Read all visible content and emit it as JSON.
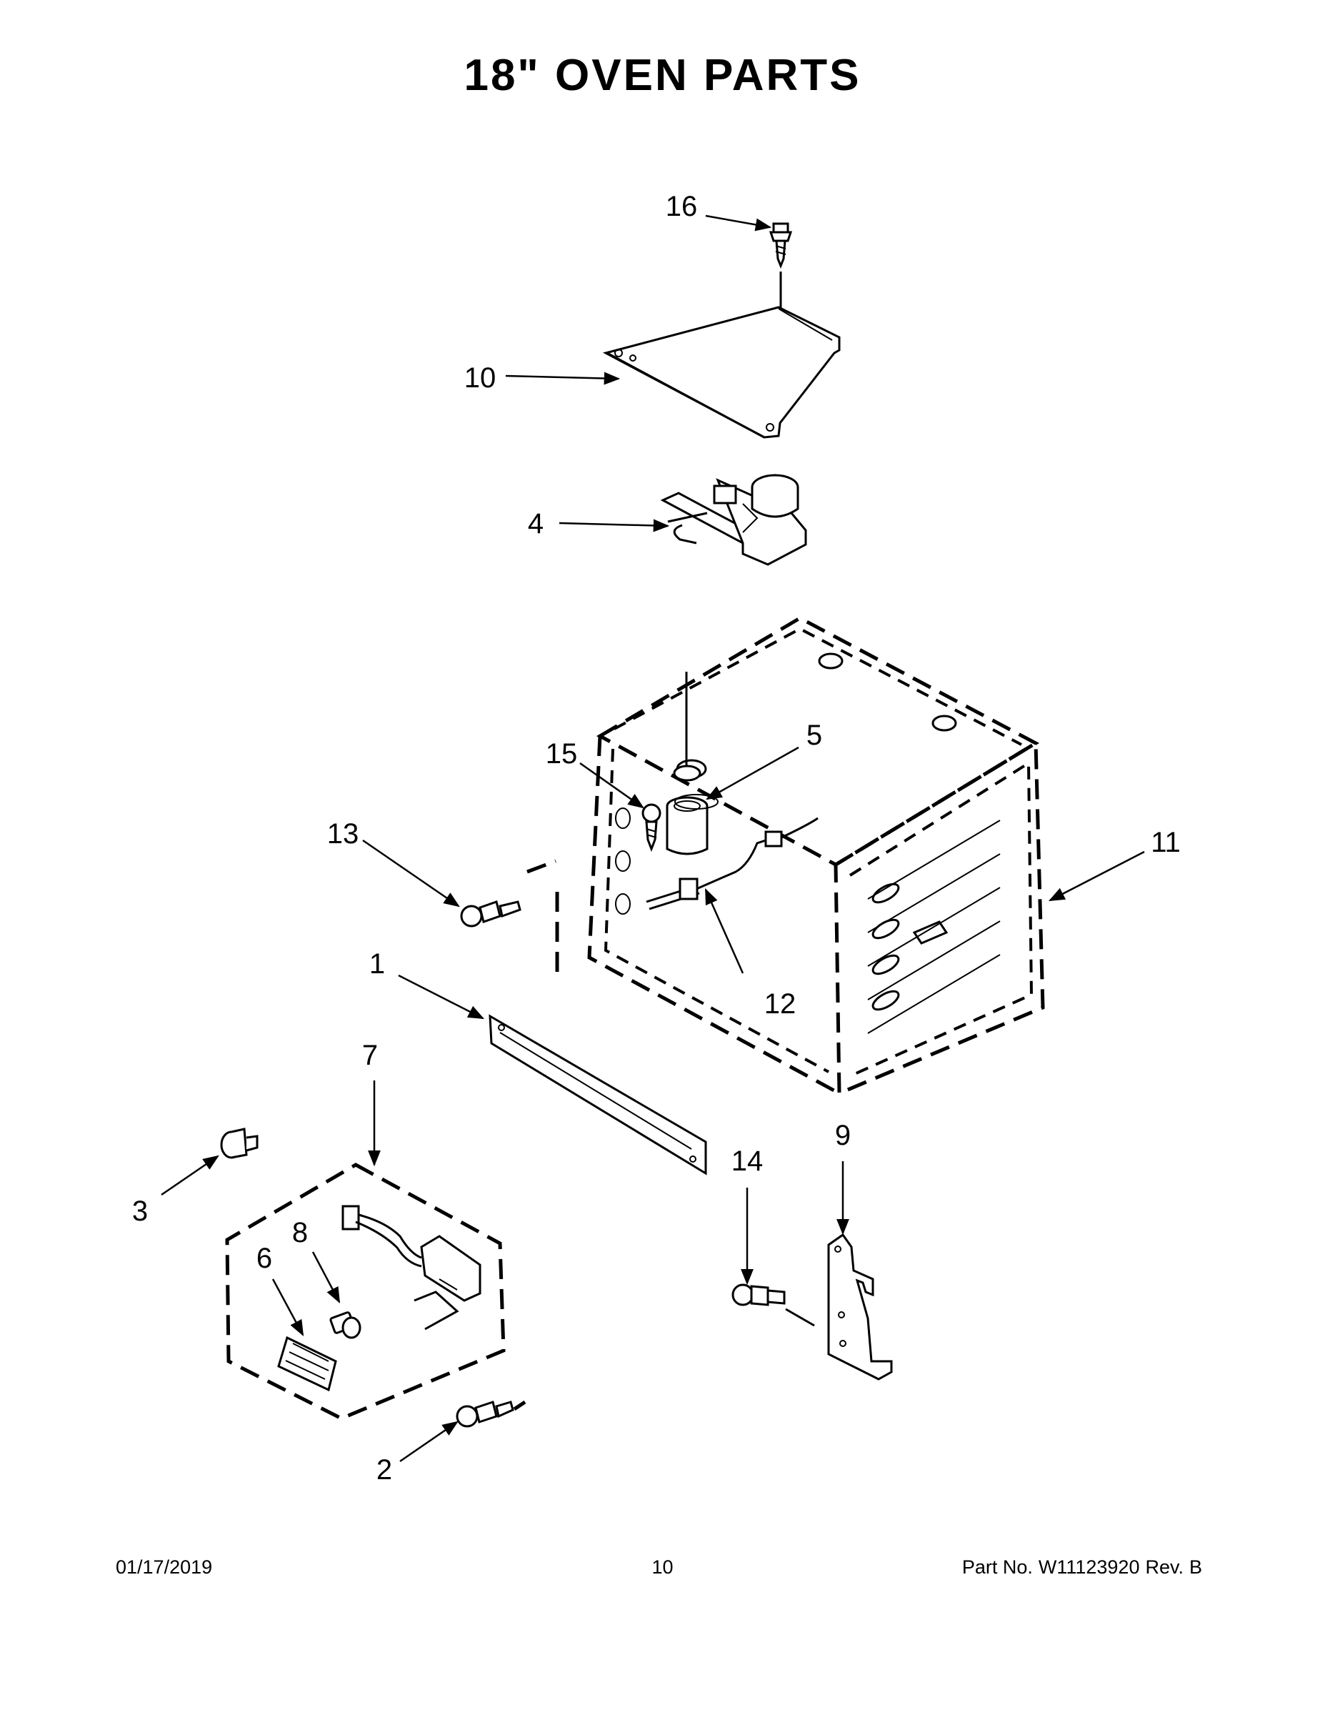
{
  "title": "18\" OVEN PARTS",
  "callouts": {
    "c1": "1",
    "c2": "2",
    "c3": "3",
    "c4": "4",
    "c5": "5",
    "c6": "6",
    "c7": "7",
    "c8": "8",
    "c9": "9",
    "c10": "10",
    "c11": "11",
    "c12": "12",
    "c13": "13",
    "c14": "14",
    "c15": "15",
    "c16": "16"
  },
  "footer": {
    "date": "01/17/2019",
    "page": "10",
    "part_no_label": "Part No.",
    "part_no": "W11123920",
    "rev_label": "Rev.",
    "rev": "B"
  }
}
